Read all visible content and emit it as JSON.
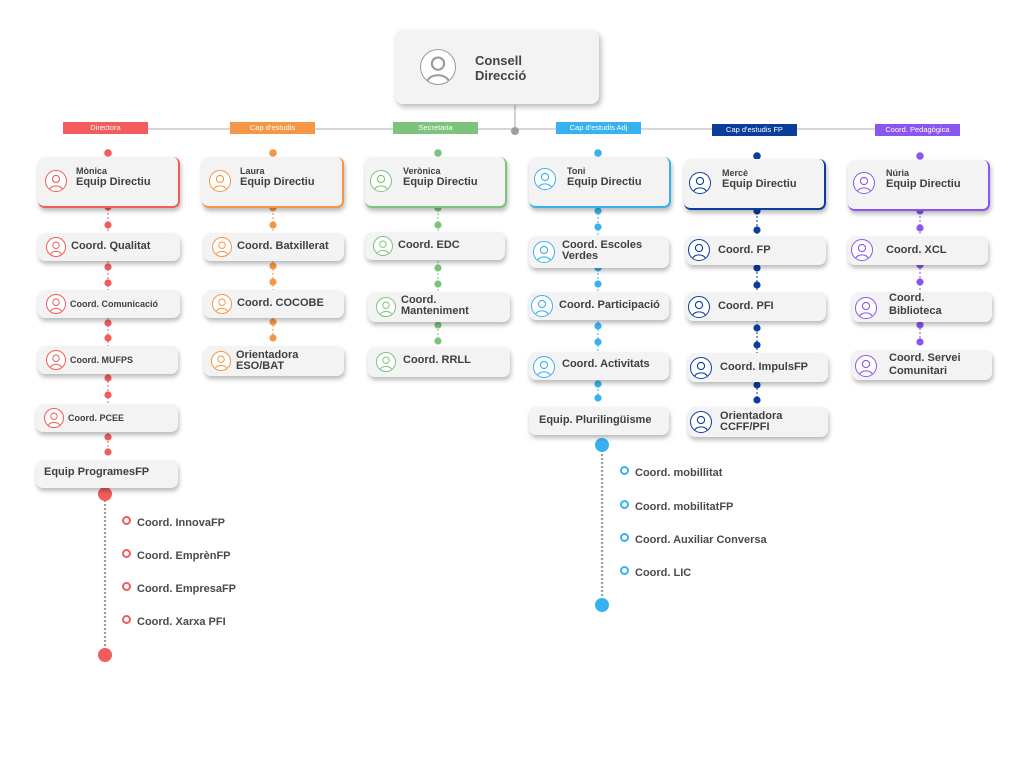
{
  "top": {
    "line1": "Consell",
    "line2": "Direcció"
  },
  "colors": {
    "red": "#f25c5c",
    "orange": "#f59646",
    "green": "#7cc47c",
    "lightblue": "#38b1f0",
    "navy": "#0b3e9c",
    "purple": "#8b55f0",
    "grey": "#bdbdbd"
  },
  "columns": [
    {
      "tag": "Directora",
      "color": "#f25c5c",
      "head_name": "Mònica",
      "head_role": "Equip Directiu",
      "items": [
        "Coord. Qualitat",
        "Coord. Comunicació",
        "Coord. MUFPS",
        "Coord. PCEE",
        "Equip ProgramesFP"
      ],
      "subitems": [
        "Coord. InnovaFP",
        "Coord. EmprènFP",
        "Coord. EmpresaFP",
        "Coord. Xarxa PFI"
      ]
    },
    {
      "tag": "Cap d'estudis",
      "color": "#f59646",
      "head_name": "Laura",
      "head_role": "Equip Directiu",
      "items": [
        "Coord. Batxillerat",
        "Coord. COCOBE",
        "Orientadora ESO/BAT"
      ]
    },
    {
      "tag": "Secretaria",
      "color": "#7cc47c",
      "head_name": "Verònica",
      "head_role": "Equip Directiu",
      "items": [
        "Coord. EDC",
        "Coord. Manteniment",
        "Coord. RRLL"
      ]
    },
    {
      "tag": "Cap d'estudis Adj",
      "color": "#38b1f0",
      "head_name": "Toni",
      "head_role": "Equip Directiu",
      "items": [
        "Coord. Escoles Verdes",
        "Coord. Participació",
        "Coord. Activitats",
        "Equip. Plurilingüisme"
      ],
      "subitems": [
        "Coord. mobillitat",
        "Coord. mobilitatFP",
        "Coord. Auxiliar Conversa",
        "Coord. LIC"
      ]
    },
    {
      "tag": "Cap d'estudis FP",
      "color": "#0b3e9c",
      "head_name": "Mercè",
      "head_role": "Equip Directiu",
      "items": [
        "Coord. FP",
        "Coord. PFI",
        "Coord. ImpulsFP",
        "Orientadora CCFF/PFI"
      ]
    },
    {
      "tag": "Coord. Pedagògica",
      "color": "#8b55f0",
      "head_name": "Núria",
      "head_role": "Equip Directiu",
      "items": [
        "Coord. XCL",
        "Coord. Biblioteca",
        "Coord. Servei Comunitari"
      ]
    }
  ]
}
